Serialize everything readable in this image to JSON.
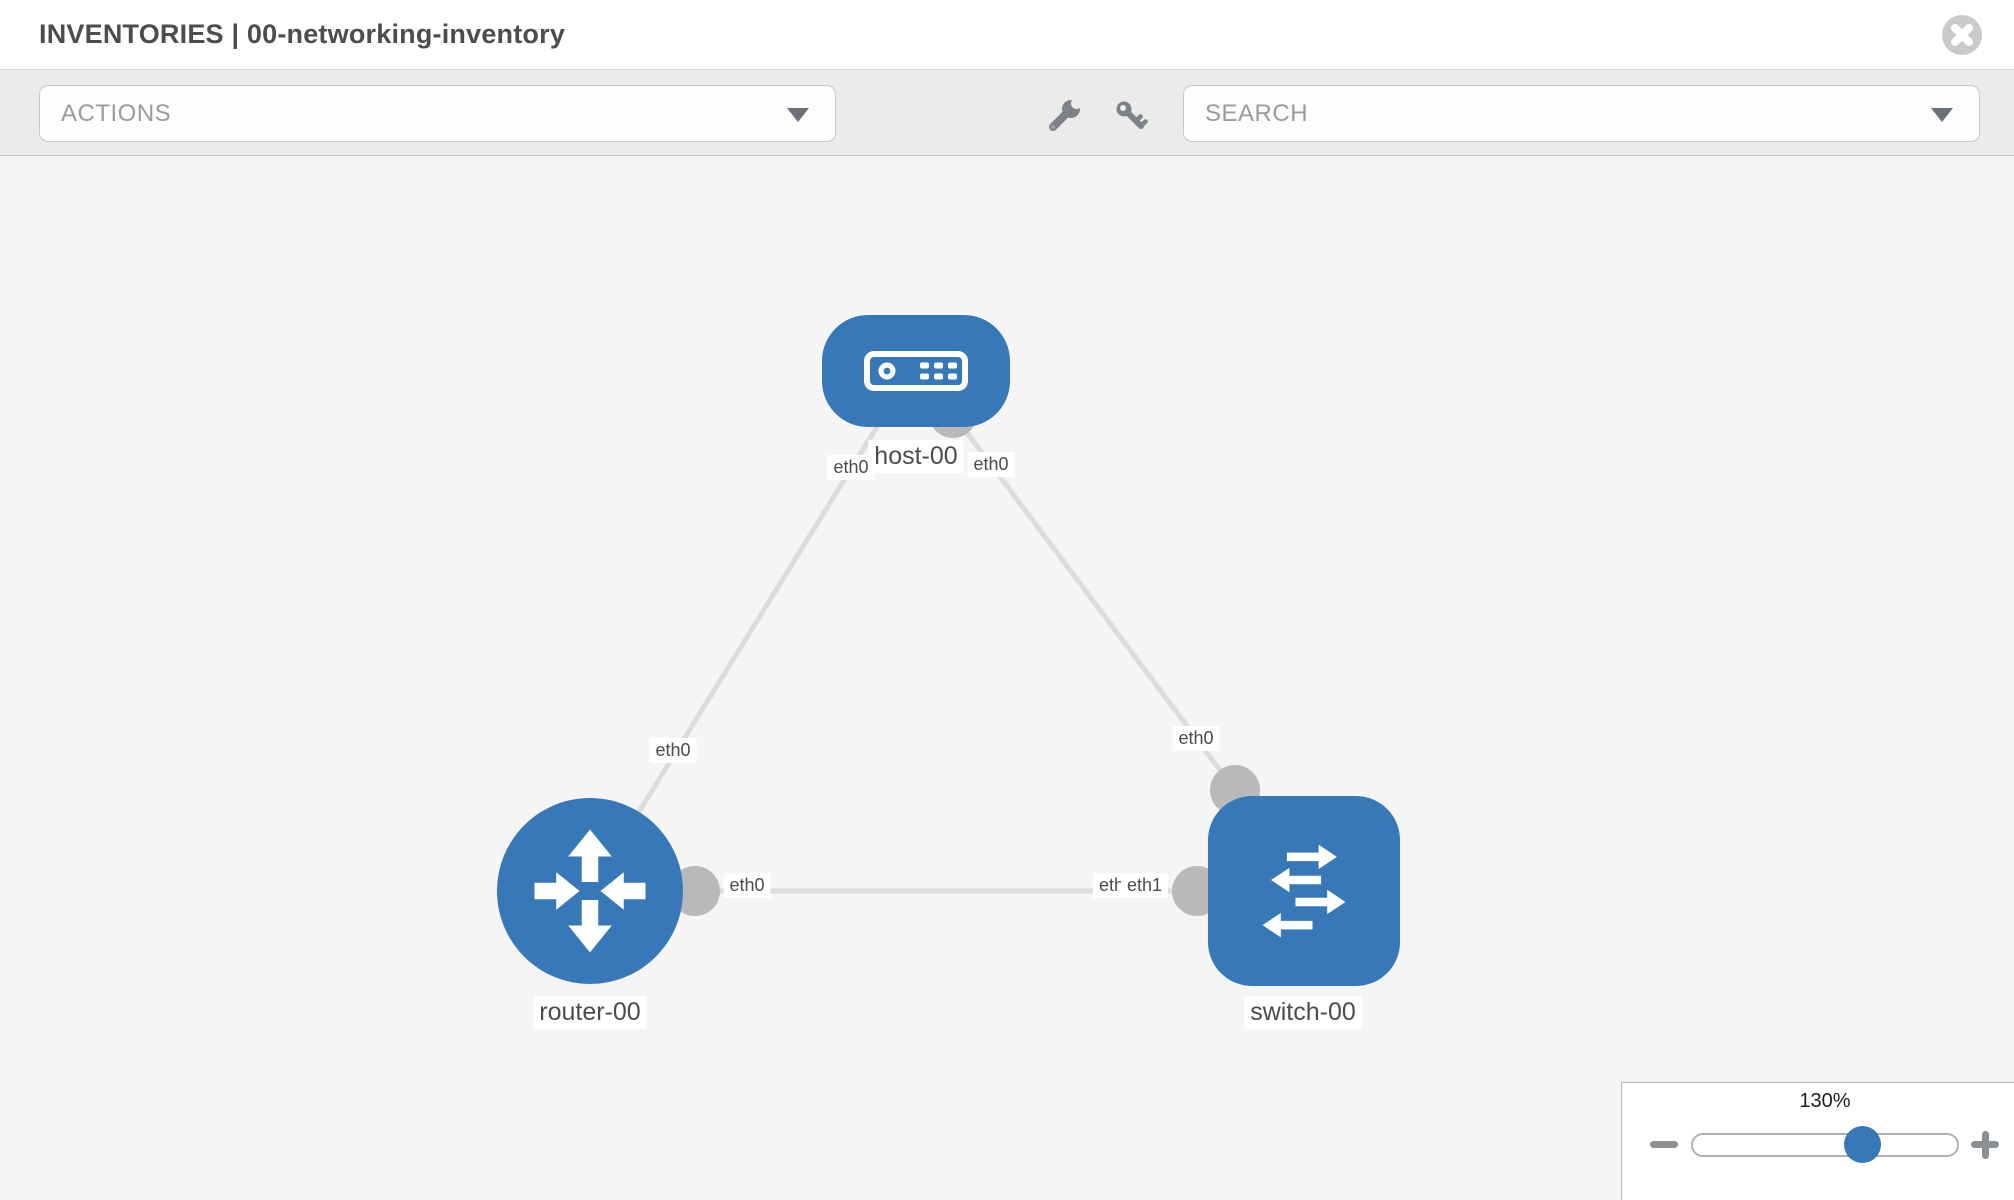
{
  "header": {
    "title": "INVENTORIES | 00-networking-inventory"
  },
  "toolbar": {
    "actions_label": "ACTIONS",
    "search_label": "SEARCH"
  },
  "topology": {
    "nodes": [
      {
        "label": "host-00",
        "type": "host",
        "shape": "rounded-rect",
        "icon": "host-icon"
      },
      {
        "label": "router-00",
        "type": "router",
        "shape": "circle",
        "icon": "router-icon"
      },
      {
        "label": "switch-00",
        "type": "switch",
        "shape": "rounded-square",
        "icon": "switch-icon"
      }
    ],
    "links": [
      {
        "from": "host-00",
        "from_iface": "eth0",
        "to": "router-00",
        "to_iface": "eth0"
      },
      {
        "from": "host-00",
        "from_iface": "eth0",
        "to": "switch-00",
        "to_iface": "eth0"
      },
      {
        "from": "router-00",
        "from_iface": "eth0",
        "to": "switch-00",
        "to_iface": "eth1"
      }
    ],
    "iface_labels": {
      "host_left": "eth0",
      "host_right": "eth0",
      "link_host_router": "eth0",
      "link_host_switch": "eth0",
      "router_right": "eth0",
      "switch_left_back": "eth0",
      "switch_left_front": "eth1"
    }
  },
  "zoom_control": {
    "value": "130%"
  },
  "colors": {
    "node_blue": "#3779b8",
    "link_gray": "#dcdcdc",
    "endpoint_gray": "#b9b9b9",
    "canvas_bg": "#f5f5f5",
    "toolbar_bg": "#ebebeb"
  }
}
